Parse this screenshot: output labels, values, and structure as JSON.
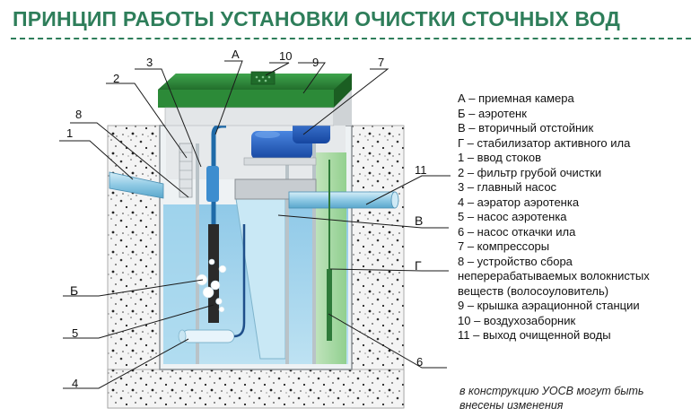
{
  "title": "ПРИНЦИП РАБОТЫ УСТАНОВКИ ОЧИСТКИ СТОЧНЫХ ВОД",
  "callouts": {
    "a": "А",
    "b": "Б",
    "v": "В",
    "g": "Г",
    "n1": "1",
    "n2": "2",
    "n3": "3",
    "n4": "4",
    "n5": "5",
    "n6": "6",
    "n7": "7",
    "n8": "8",
    "n9": "9",
    "n10": "10",
    "n11": "11"
  },
  "legend": [
    "А – приемная камера",
    "Б – аэротенк",
    "В – вторичный отстойник",
    "Г – стабилизатор активного ила",
    "1 – ввод стоков",
    "2 – фильтр грубой очистки",
    "3 – главный насос",
    "4 – аэратор аэротенка",
    "5 – насос аэротенка",
    "6 – насос откачки ила",
    "7 – компрессоры",
    "8 – устройство сбора",
    "неперерабатываемых волокнистых",
    "веществ (волосоуловитель)",
    "9 – крышка аэрационной станции",
    "10 – воздухозаборник",
    "11 – выход очищенной воды"
  ],
  "note": {
    "line1": "в конструкцию УОСВ могут быть",
    "line2": "внесены изменения"
  },
  "colors": {
    "title": "#2e7e5a",
    "lid": "#2f8a3c",
    "water": "#9fd3ea",
    "stabilizer": "#a9d9a6",
    "concrete": "#f2f2f2",
    "compressor": "#1f5fc4"
  }
}
